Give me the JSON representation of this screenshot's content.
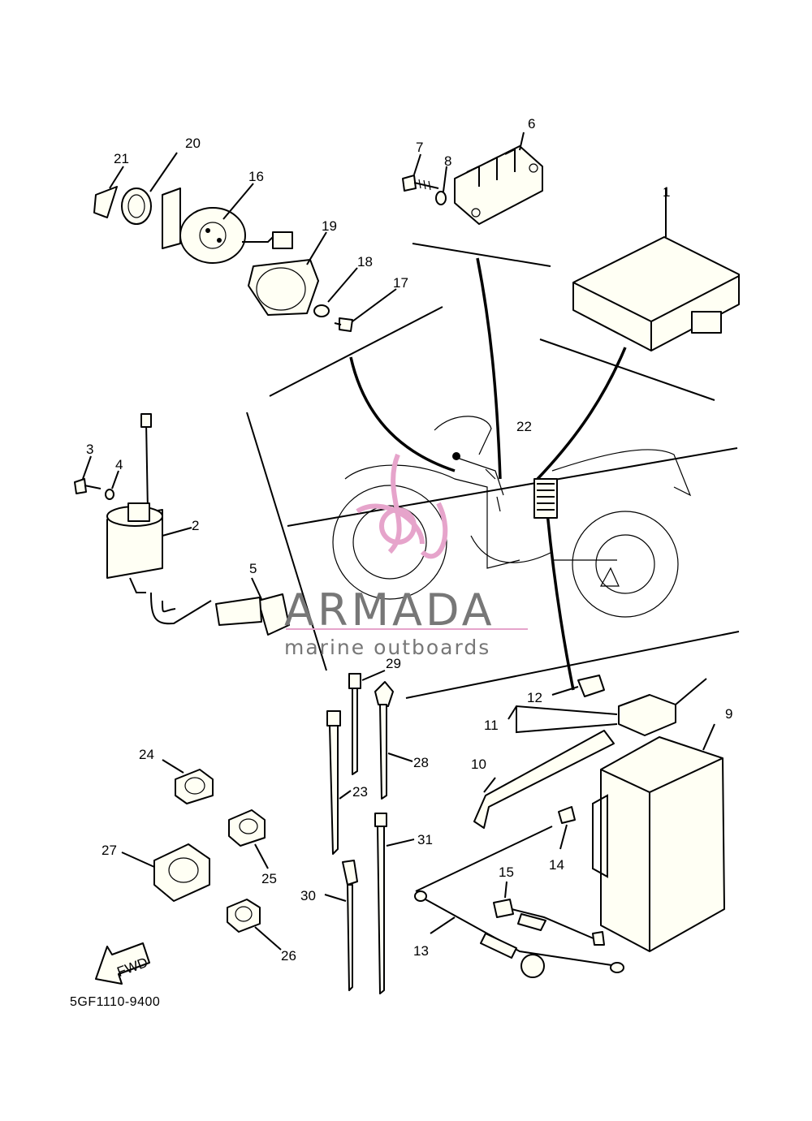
{
  "figure_code": "5GF1110-9400",
  "fwd_label": "FWD",
  "watermark": {
    "title": "ARMADA",
    "subtitle": "marine outboards",
    "color": "#e6a4cb"
  },
  "callouts": [
    "1",
    "2",
    "3",
    "4",
    "5",
    "6",
    "7",
    "8",
    "9",
    "10",
    "11",
    "12",
    "13",
    "14",
    "15",
    "16",
    "17",
    "18",
    "19",
    "20",
    "21",
    "22",
    "23",
    "24",
    "25",
    "26",
    "27",
    "28",
    "29",
    "30",
    "31"
  ],
  "colors": {
    "line": "#000000",
    "part_fill": "#fffff4",
    "background": "#ffffff"
  }
}
